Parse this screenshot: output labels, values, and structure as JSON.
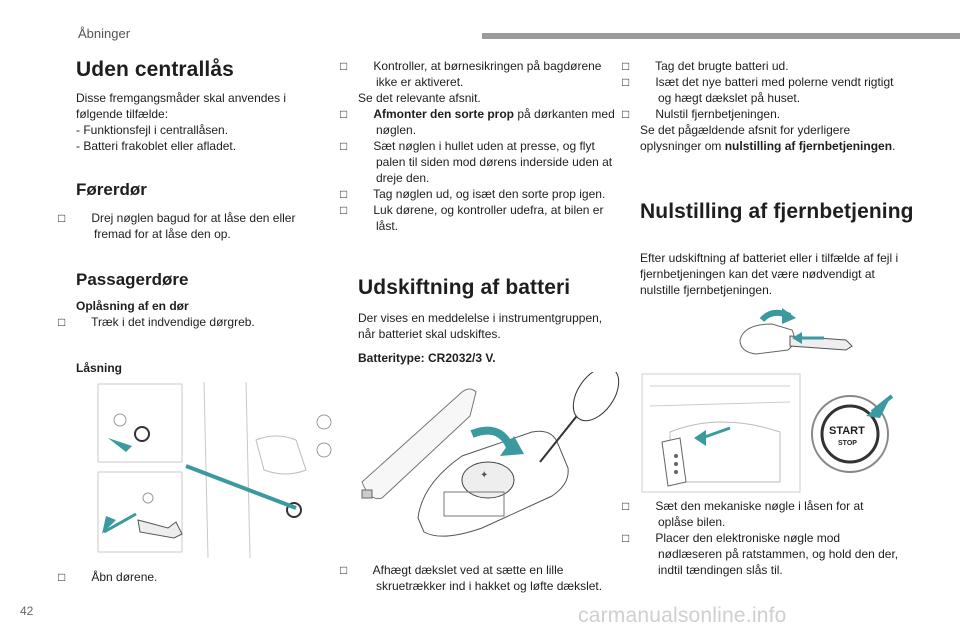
{
  "header": {
    "section": "Åbninger"
  },
  "col1": {
    "title": "Uden centrallås",
    "intro": "Disse fremgangsmåder skal anvendes i følgende tilfælde:",
    "cases": [
      "-  Funktionsfejl i centrallåsen.",
      "-  Batteri frakoblet eller afladet."
    ],
    "driver_title": "Førerdør",
    "driver_step": "Drej nøglen bagud for at låse den eller fremad for at låse den op.",
    "passenger_title": "Passagerdøre",
    "unlock_label": "Oplåsning af en dør",
    "unlock_step": "Træk i det indvendige dørgreb.",
    "lock_label": "Låsning",
    "open_step": "Åbn dørene."
  },
  "col2": {
    "step1": "Kontroller, at børnesikringen på bagdørene ikke er aktiveret.",
    "ref": "Se det relevante afsnit.",
    "step2_bold": "Afmonter den sorte prop",
    "step2_rest": " på dørkanten med nøglen.",
    "step3": "Sæt nøglen i hullet uden at presse, og flyt palen til siden mod dørens inderside uden at dreje den.",
    "step4": "Tag nøglen ud, og isæt den sorte prop igen.",
    "step5": "Luk dørene, og kontroller udefra, at bilen er låst.",
    "battery_title": "Udskiftning af batteri",
    "battery_intro": "Der vises en meddelelse i instrumentgruppen, når batteriet skal udskiftes.",
    "battery_type": "Batteritype: CR2032/3 V.",
    "battery_step": "Afhægt dækslet ved at sætte en lille skruetrækker ind i hakket og løfte dækslet."
  },
  "col3": {
    "step1": "Tag det brugte batteri ud.",
    "step2": "Isæt det nye batteri med polerne vendt rigtigt og hægt dækslet på huset.",
    "step3": "Nulstil fjernbetjeningen.",
    "ref_text": "Se det pågældende afsnit for yderligere oplysninger om ",
    "ref_bold": "nulstilling af fjernbetjeningen",
    "ref_end": ".",
    "reset_title": "Nulstilling af fjernbetjening",
    "reset_intro": "Efter udskiftning af batteriet eller i tilfælde af fejl i fjernbetjeningen kan det være nødvendigt at nulstille fjernbetjeningen.",
    "start_label": "START",
    "stop_label": "STOP",
    "reset_step1": "Sæt den mekaniske nøgle i låsen for at oplåse bilen.",
    "reset_step2": "Placer den elektroniske nøgle mod nødlæseren på ratstammen, og hold den der, indtil tændingen slås til."
  },
  "footer": {
    "page": "42",
    "watermark": "carmanualsonline.info"
  },
  "colors": {
    "accent": "#3a9aa0",
    "header_bar": "#9b9b9b"
  },
  "icons": {
    "checkbox": "checkbox-icon",
    "arrow": "teal-arrow-icon"
  }
}
